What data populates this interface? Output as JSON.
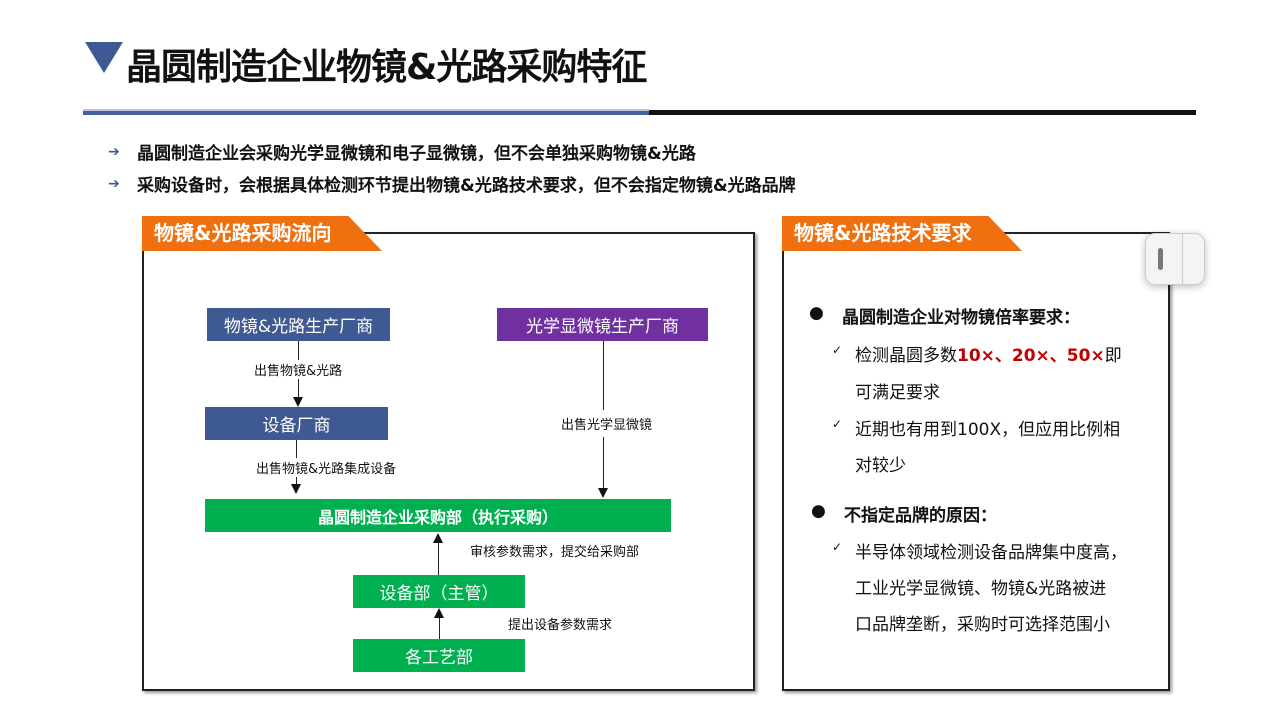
{
  "title": "晶圆制造企业物镜&光路采购特征",
  "bullets": [
    "晶圆制造企业会采购光学显微镜和电子显微镜，但不会单独采购物镜&光路",
    "采购设备时，会根据具体检测环节提出物镜&光路技术要求，但不会指定物镜&光路品牌"
  ],
  "left_panel": {
    "tab": "物镜&光路采购流向",
    "nodes": {
      "lens_maker": "物镜&光路生产厂商",
      "microscope_maker": "光学显微镜生产厂商",
      "equipment_vendor": "设备厂商",
      "purchasing": "晶圆制造企业采购部（执行采购）",
      "equipment_dept": "设备部（主管）",
      "process_depts": "各工艺部"
    },
    "edges": {
      "e1": "出售物镜&光路",
      "e2": "出售物镜&光路集成设备",
      "e3": "出售光学显微镜",
      "e4": "审核参数需求，提交给采购部",
      "e5": "提出设备参数需求"
    }
  },
  "right_panel": {
    "tab": "物镜&光路技术要求",
    "h1": "晶圆制造企业对物镜倍率要求：",
    "i1a": "检测晶圆多数",
    "i1red": "10×、20×、50×",
    "i1b": "即",
    "i1c": "可满足要求",
    "i2a": "近期也有用到100X，但应用比例相",
    "i2b": "对较少",
    "h2": "不指定品牌的原因：",
    "i3a": "半导体领域检测设备品牌集中度高，",
    "i3b": "工业光学显微镜、物镜&光路被进",
    "i3c": "口品牌垄断，采购时可选择范围小"
  },
  "colors": {
    "accent": "#3f5a92",
    "orange": "#f07010",
    "green": "#00b050",
    "purple": "#7030a0",
    "red": "#c00000"
  }
}
